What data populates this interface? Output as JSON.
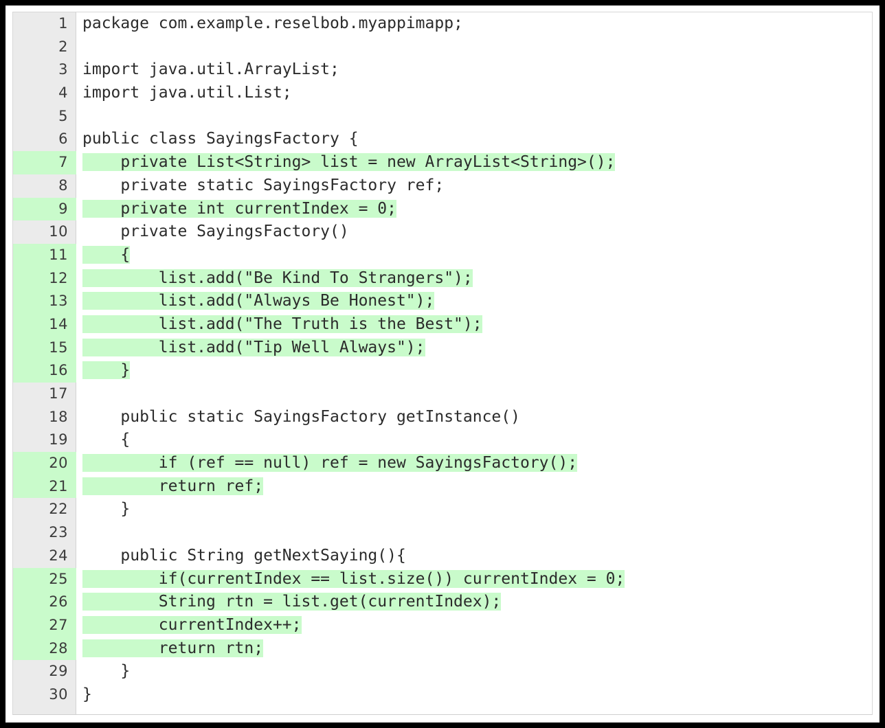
{
  "editor": {
    "language": "java",
    "colors": {
      "frame": "#000000",
      "page_background": "#ffffff",
      "code_background": "#ffffff",
      "gutter_background": "#ebebeb",
      "gutter_border": "#d2d2d2",
      "block_border": "#d7d7d7",
      "text": "#2b2b2b",
      "line_number": "#3b3b3b",
      "highlight": "#c9fbcb"
    },
    "first_line_number": 1,
    "last_line_number": 30,
    "total_lines": 30,
    "lines": [
      {
        "number": "1",
        "text": "package com.example.reselbob.myappimapp;",
        "highlighted": false
      },
      {
        "number": "2",
        "text": "",
        "highlighted": false
      },
      {
        "number": "3",
        "text": "import java.util.ArrayList;",
        "highlighted": false
      },
      {
        "number": "4",
        "text": "import java.util.List;",
        "highlighted": false
      },
      {
        "number": "5",
        "text": "",
        "highlighted": false
      },
      {
        "number": "6",
        "text": "public class SayingsFactory {",
        "highlighted": false
      },
      {
        "number": "7",
        "text": "    private List<String> list = new ArrayList<String>();",
        "highlighted": true
      },
      {
        "number": "8",
        "text": "    private static SayingsFactory ref;",
        "highlighted": false
      },
      {
        "number": "9",
        "text": "    private int currentIndex = 0;",
        "highlighted": true
      },
      {
        "number": "10",
        "text": "    private SayingsFactory()",
        "highlighted": false
      },
      {
        "number": "11",
        "text": "    {",
        "highlighted": true
      },
      {
        "number": "12",
        "text": "        list.add(\"Be Kind To Strangers\");",
        "highlighted": true
      },
      {
        "number": "13",
        "text": "        list.add(\"Always Be Honest\");",
        "highlighted": true
      },
      {
        "number": "14",
        "text": "        list.add(\"The Truth is the Best\");",
        "highlighted": true
      },
      {
        "number": "15",
        "text": "        list.add(\"Tip Well Always\");",
        "highlighted": true
      },
      {
        "number": "16",
        "text": "    }",
        "highlighted": true
      },
      {
        "number": "17",
        "text": "",
        "highlighted": false
      },
      {
        "number": "18",
        "text": "    public static SayingsFactory getInstance()",
        "highlighted": false
      },
      {
        "number": "19",
        "text": "    {",
        "highlighted": false
      },
      {
        "number": "20",
        "text": "        if (ref == null) ref = new SayingsFactory();",
        "highlighted": true
      },
      {
        "number": "21",
        "text": "        return ref;",
        "highlighted": true
      },
      {
        "number": "22",
        "text": "    }",
        "highlighted": false
      },
      {
        "number": "23",
        "text": "",
        "highlighted": false
      },
      {
        "number": "24",
        "text": "    public String getNextSaying(){",
        "highlighted": false
      },
      {
        "number": "25",
        "text": "        if(currentIndex == list.size()) currentIndex = 0;",
        "highlighted": true
      },
      {
        "number": "26",
        "text": "        String rtn = list.get(currentIndex);",
        "highlighted": true
      },
      {
        "number": "27",
        "text": "        currentIndex++;",
        "highlighted": true
      },
      {
        "number": "28",
        "text": "        return rtn;",
        "highlighted": true
      },
      {
        "number": "29",
        "text": "    }",
        "highlighted": false
      },
      {
        "number": "30",
        "text": "}",
        "highlighted": false
      }
    ]
  }
}
